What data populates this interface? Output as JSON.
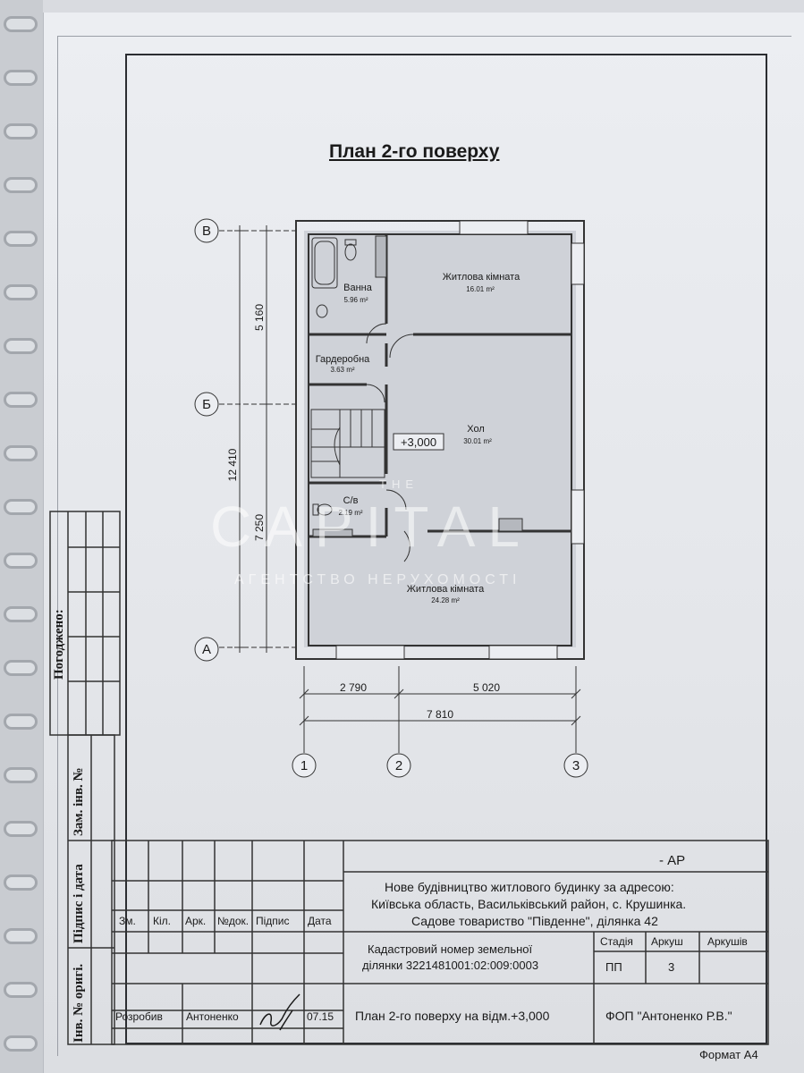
{
  "title": "План 2-го поверху",
  "axes": {
    "rows": [
      "В",
      "Б",
      "А"
    ],
    "cols": [
      "1",
      "2",
      "3"
    ]
  },
  "dimensions": {
    "vertical_total": "12 410",
    "vertical_top": "5 160",
    "vertical_bottom": "7 250",
    "horizontal_left": "2 790",
    "horizontal_right": "5 020",
    "horizontal_total": "7 810"
  },
  "rooms": {
    "bath": {
      "name": "Ванна",
      "area": "5.96 m²"
    },
    "living_top": {
      "name": "Житлова кімната",
      "area": "16.01 m²"
    },
    "wardrobe": {
      "name": "Гардеробна",
      "area": "3.63 m²"
    },
    "hall": {
      "name": "Хол",
      "area": "30.01 m²"
    },
    "wc": {
      "name": "С/в",
      "area": "2.19 m²"
    },
    "living_bottom": {
      "name": "Житлова кімната",
      "area": "24.28 m²"
    }
  },
  "level_mark": "+3,000",
  "side_table": {
    "agreed": "Погоджено:",
    "replace_inv": "Зам. інв. №",
    "sign_date": "Підпис і дата",
    "inv_orig": "Інв. № оригі."
  },
  "stamp": {
    "doc_code": "- АР",
    "project_line1": "Нове будівництво житлового будинку за адресою:",
    "project_line2": "Київська область, Васильківський район, с. Крушинка.",
    "project_line3": "Садове товариство \"Південне\", ділянка 42",
    "cadastral_line1": "Кадастровий номер земельної",
    "cadastral_line2": "ділянки 3221481001:02:009:0003",
    "headers": [
      "Зм.",
      "Кіл.",
      "Арк.",
      "№док.",
      "Підпис",
      "Дата"
    ],
    "stage_label": "Стадія",
    "sheet_label": "Аркуш",
    "sheets_label": "Аркушів",
    "stage": "ПП",
    "sheet": "3",
    "developed_label": "Розробив",
    "developer": "Антоненко",
    "date": "07.15",
    "sheet_title": "План 2-го поверху на відм.+3,000",
    "company": "ФОП \"Антоненко Р.В.\""
  },
  "format": "Формат А4",
  "watermark": {
    "top": "THE",
    "main": "CAPITAL",
    "sub": "АГЕНТСТВО НЕРУХОМОСТІ"
  }
}
